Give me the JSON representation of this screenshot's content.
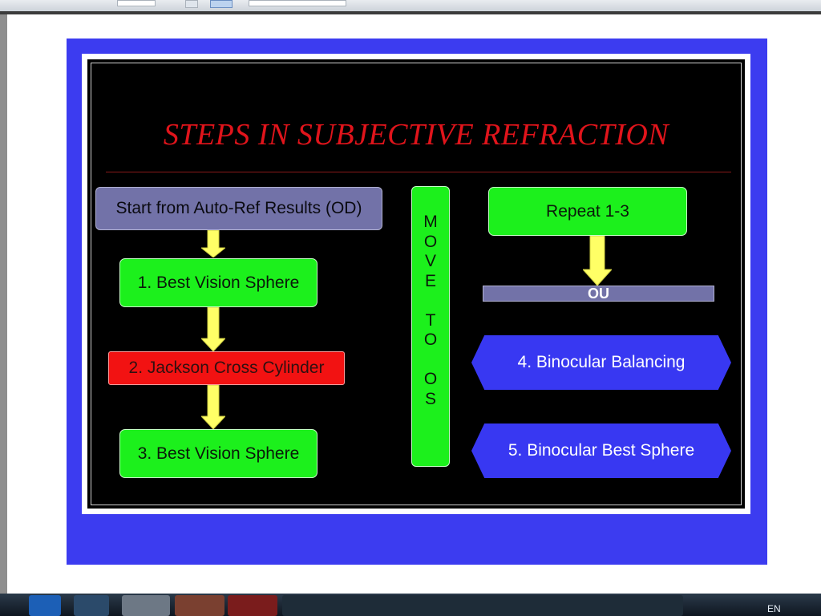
{
  "slide": {
    "title": "STEPS IN SUBJECTIVE REFRACTION",
    "start_box": "Start from Auto-Ref Results (OD)",
    "step1": "1. Best Vision Sphere",
    "step2": "2. Jackson Cross Cylinder",
    "step3": "3. Best Vision Sphere",
    "move_letters": [
      "M",
      "O",
      "V",
      "E",
      "",
      "T",
      "O",
      "",
      "O",
      "S"
    ],
    "repeat": "Repeat 1-3",
    "ou": "OU",
    "step4": "4. Binocular Balancing",
    "step5": "5. Binocular Best Sphere"
  },
  "taskbar": {
    "language": "EN"
  },
  "colors": {
    "slide_blue": "#3c3cf0",
    "box_green": "#1cf01c",
    "box_red": "#f21212",
    "box_purple": "#7272a8",
    "arrow_yellow": "#ffff66",
    "title_red": "#e0141b"
  }
}
